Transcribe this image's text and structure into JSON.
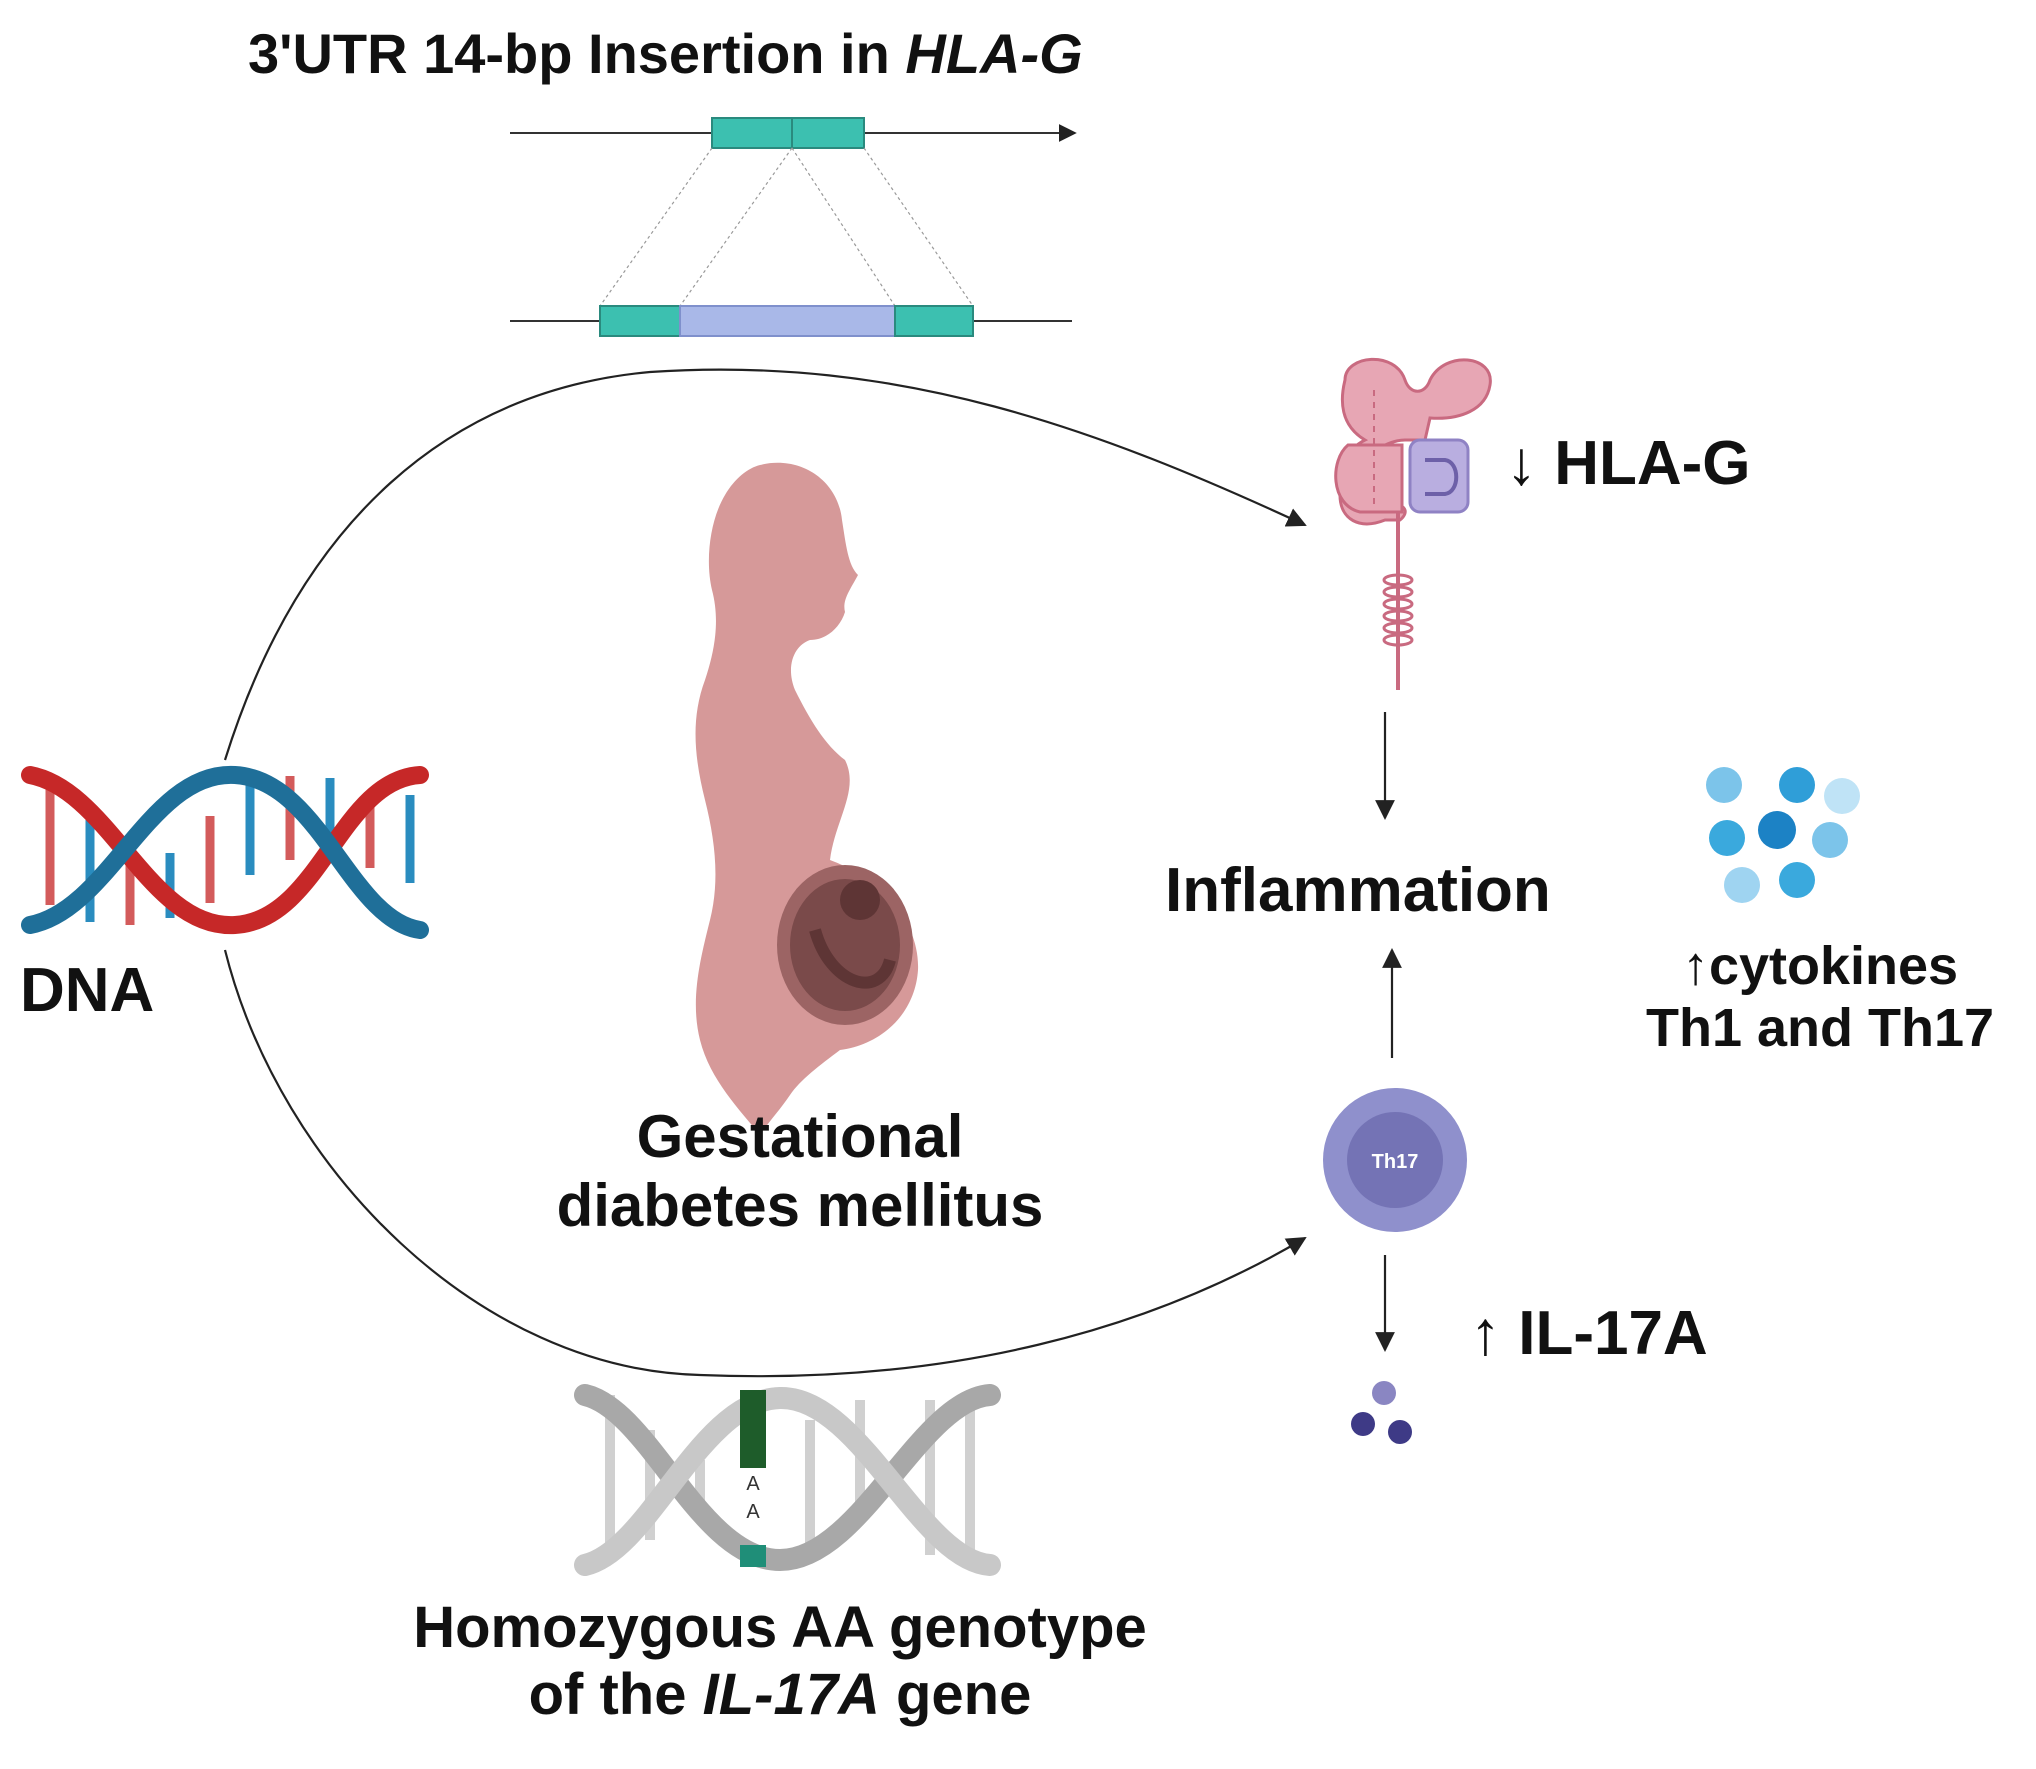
{
  "title": {
    "prefix": "3'UTR 14-bp Insertion in ",
    "gene": "HLA-G"
  },
  "labels": {
    "dna": "DNA",
    "hla_g": "↓ HLA-G",
    "inflammation": "Inflammation",
    "cytokines_line1": "↑cytokines",
    "cytokines_line2": "Th1 and Th17",
    "gdm_line1": "Gestational",
    "gdm_line2": "diabetes mellitus",
    "il17a": "↑ IL-17A",
    "th17_cell": "Th17",
    "genotype_line1": "Homozygous AA genotype",
    "genotype_line2_prefix": "of the ",
    "genotype_line2_gene": "IL-17A",
    "genotype_line2_suffix": " gene",
    "allele_top": "A",
    "allele_bottom": "A"
  },
  "colors": {
    "exon": "#3cc0b0",
    "insertion": "#a9b8e8",
    "hla_protein": "#e7a6b4",
    "b2m": "#b9aee0",
    "dna_red": "#c62828",
    "dna_blue": "#1f6f99",
    "th17_outer": "#8f90cc",
    "th17_inner": "#7473b5",
    "cytokine_blue": "#3aa9dd",
    "il17_dot": "#3e3a86",
    "body_pink": "#d69999",
    "fetus": "#7a4a4a",
    "allele_dark_green": "#1e5c2a",
    "allele_teal": "#1f8e78",
    "gray_dna": "#bdbdbd"
  }
}
